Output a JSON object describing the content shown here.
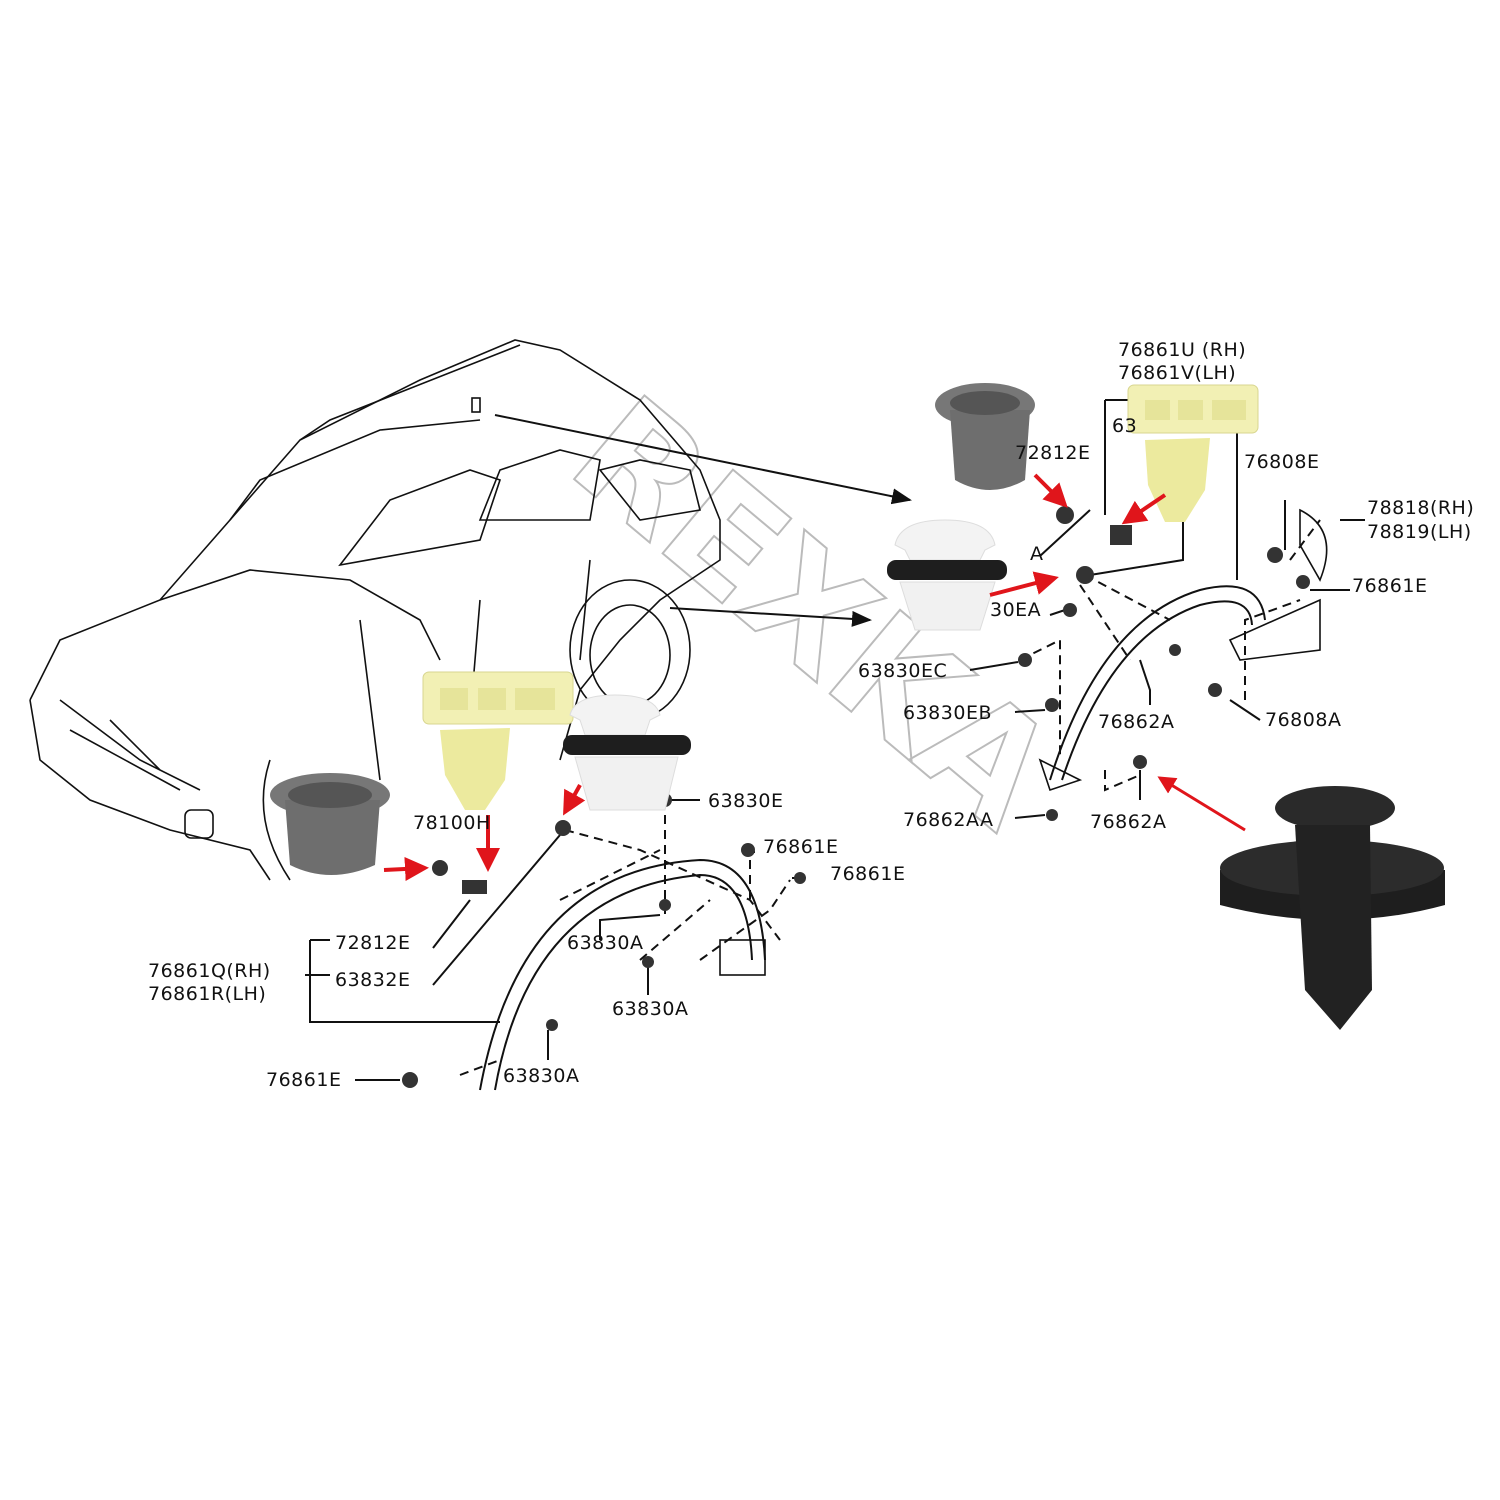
{
  "watermark": "REXKA",
  "colors": {
    "arrow": "#e0151b",
    "clip_grey": "#6e6e6e",
    "clip_yellow": "#f2f0b4",
    "clip_white": "#f4f4f4",
    "clip_black": "#1e1e1e"
  },
  "left_labels": {
    "p78100H": "78100H",
    "p63830E": "63830E",
    "p76861E_a": "76861E",
    "p76861E_b": "76861E",
    "p72812E": "72812E",
    "p63832E": "63832E",
    "p76861Q": "76861Q(RH)",
    "p76861R": "76861R(LH)",
    "p63830A_a": "63830A",
    "p63830A_b": "63830A",
    "p76861E_c": "76861E",
    "p63830A_c": "63830A"
  },
  "right_labels": {
    "p76861U": "76861U (RH)",
    "p76861V": "76861V(LH)",
    "p72812E": "72812E",
    "p63_partial": "63",
    "p76808E": "76808E",
    "p78818": "78818(RH)",
    "p78819": "78819(LH)",
    "p76861E": "76861E",
    "pA_partial": "A",
    "p30EA": "30EA",
    "p63830EC": "63830EC",
    "p63830EB": "63830EB",
    "p76862A_a": "76862A",
    "p76808A": "76808A",
    "p76862AA": "76862AA",
    "p76862A_b": "76862A"
  }
}
